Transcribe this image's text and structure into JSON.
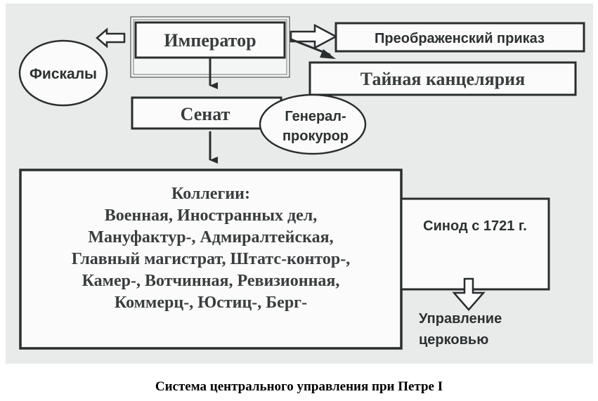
{
  "diagram": {
    "title": "Система центрального управления при Петре I",
    "nodes": {
      "emperor": "Император",
      "fiscals": "Фискалы",
      "preobrazhensky": "Преображенский приказ",
      "secret_chancellery": "Тайная канцелярия",
      "senate": "Сенат",
      "procurator_general": [
        "Генерал-",
        "прокурор"
      ],
      "collegia_heading": "Коллегии:",
      "collegia_lines": [
        "Военная, Иностранных дел,",
        "Мануфактур-, Адмиралтейская,",
        "Главный магистрат, Штатс-контор-,",
        "Камер-, Вотчинная, Ревизионная,",
        "Коммерц-, Юстиц-, Берг-"
      ],
      "synod": "Синод с 1721 г.",
      "church_admin": [
        "Управление",
        "церковью"
      ]
    },
    "edges": [
      {
        "from": "emperor",
        "to": "fiscals",
        "style": "hollow-arrow"
      },
      {
        "from": "emperor",
        "to": "preobrazhensky",
        "style": "hollow-arrow"
      },
      {
        "from": "emperor",
        "to": "secret_chancellery",
        "style": "solid-arrow"
      },
      {
        "from": "emperor",
        "to": "senate",
        "style": "solid-arrow"
      },
      {
        "from": "senate",
        "to": "collegia",
        "style": "solid-arrow"
      },
      {
        "from": "senate",
        "to": "procurator_general",
        "style": "attached"
      },
      {
        "from": "synod",
        "to": "church_admin",
        "style": "hollow-arrow"
      }
    ]
  }
}
